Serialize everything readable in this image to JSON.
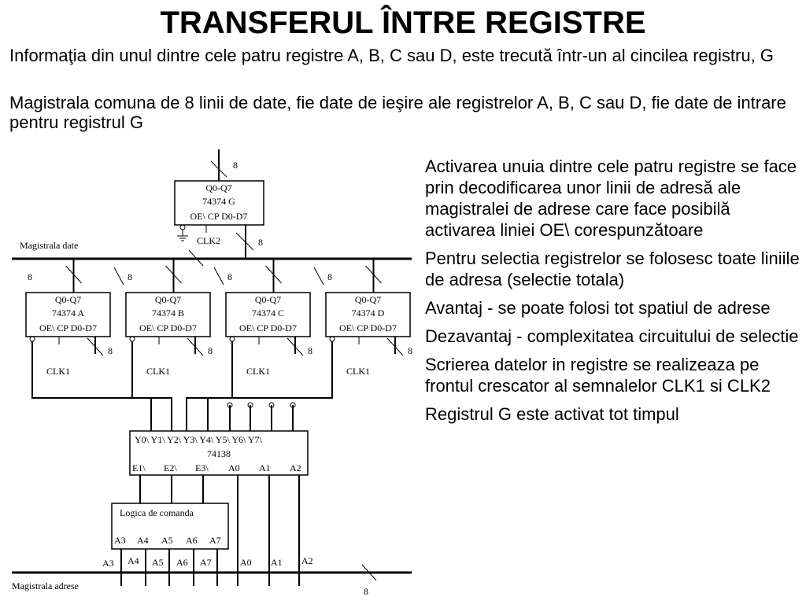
{
  "title": "TRANSFERUL ÎNTRE REGISTRE",
  "intro": [
    "Informaţia din unul dintre cele patru registre A, B, C sau D, este trecută într-un al cincilea registru, G",
    "Magistrala comuna de 8 linii de date, fie date de ieşire ale registrelor A, B, C sau D, fie date de intrare pentru registrul G"
  ],
  "bullets": [
    "Activarea unuia dintre cele patru registre se face prin decodificarea unor linii de adresă ale magistralei de adrese care face posibilă activarea liniei OE\\ corespunzătoare",
    "Pentru selectia registrelor se folosesc toate liniile de adresa (selectie totala)",
    "Avantaj - se poate folosi tot spatiul de adrese",
    "Dezavantaj - complexitatea circuitului de selectie",
    "Scrierea datelor in registre se realizeaza pe frontul crescator al semnalelor CLK1 si CLK2",
    "Registrul G este activat tot timpul"
  ],
  "diagram": {
    "data_bus_label": "Magistrala date",
    "address_bus_label": "Magistrala adrese",
    "width_label": "8",
    "reg_g": {
      "line1": "Q0-Q7",
      "line2": "74374 G",
      "line3": "OE\\  CP  D0-D7",
      "clock": "CLK2"
    },
    "regs": [
      {
        "line1": "Q0-Q7",
        "line2": "74374 A",
        "line3": "OE\\  CP  D0-D7",
        "clock": "CLK1"
      },
      {
        "line1": "Q0-Q7",
        "line2": "74374 B",
        "line3": "OE\\  CP  D0-D7",
        "clock": "CLK1"
      },
      {
        "line1": "Q0-Q7",
        "line2": "74374 C",
        "line3": "OE\\  CP  D0-D7",
        "clock": "CLK1"
      },
      {
        "line1": "Q0-Q7",
        "line2": "74374 D",
        "line3": "OE\\  CP  D0-D7",
        "clock": "CLK1"
      }
    ],
    "decoder": {
      "outputs": "Y0\\ Y1\\ Y2\\ Y3\\ Y4\\ Y5\\ Y6\\ Y7\\",
      "name": "74138",
      "enables": [
        "E1\\",
        "E2\\",
        "E3\\"
      ],
      "addr": [
        "A0",
        "A1",
        "A2"
      ]
    },
    "logic": {
      "title": "Logica de comanda",
      "inputs": [
        "A3",
        "A4",
        "A5",
        "A6",
        "A7"
      ]
    },
    "bus_addr_labels": [
      "A3",
      "A4",
      "A5",
      "A6",
      "A7",
      "A0",
      "A1",
      "A2"
    ]
  }
}
